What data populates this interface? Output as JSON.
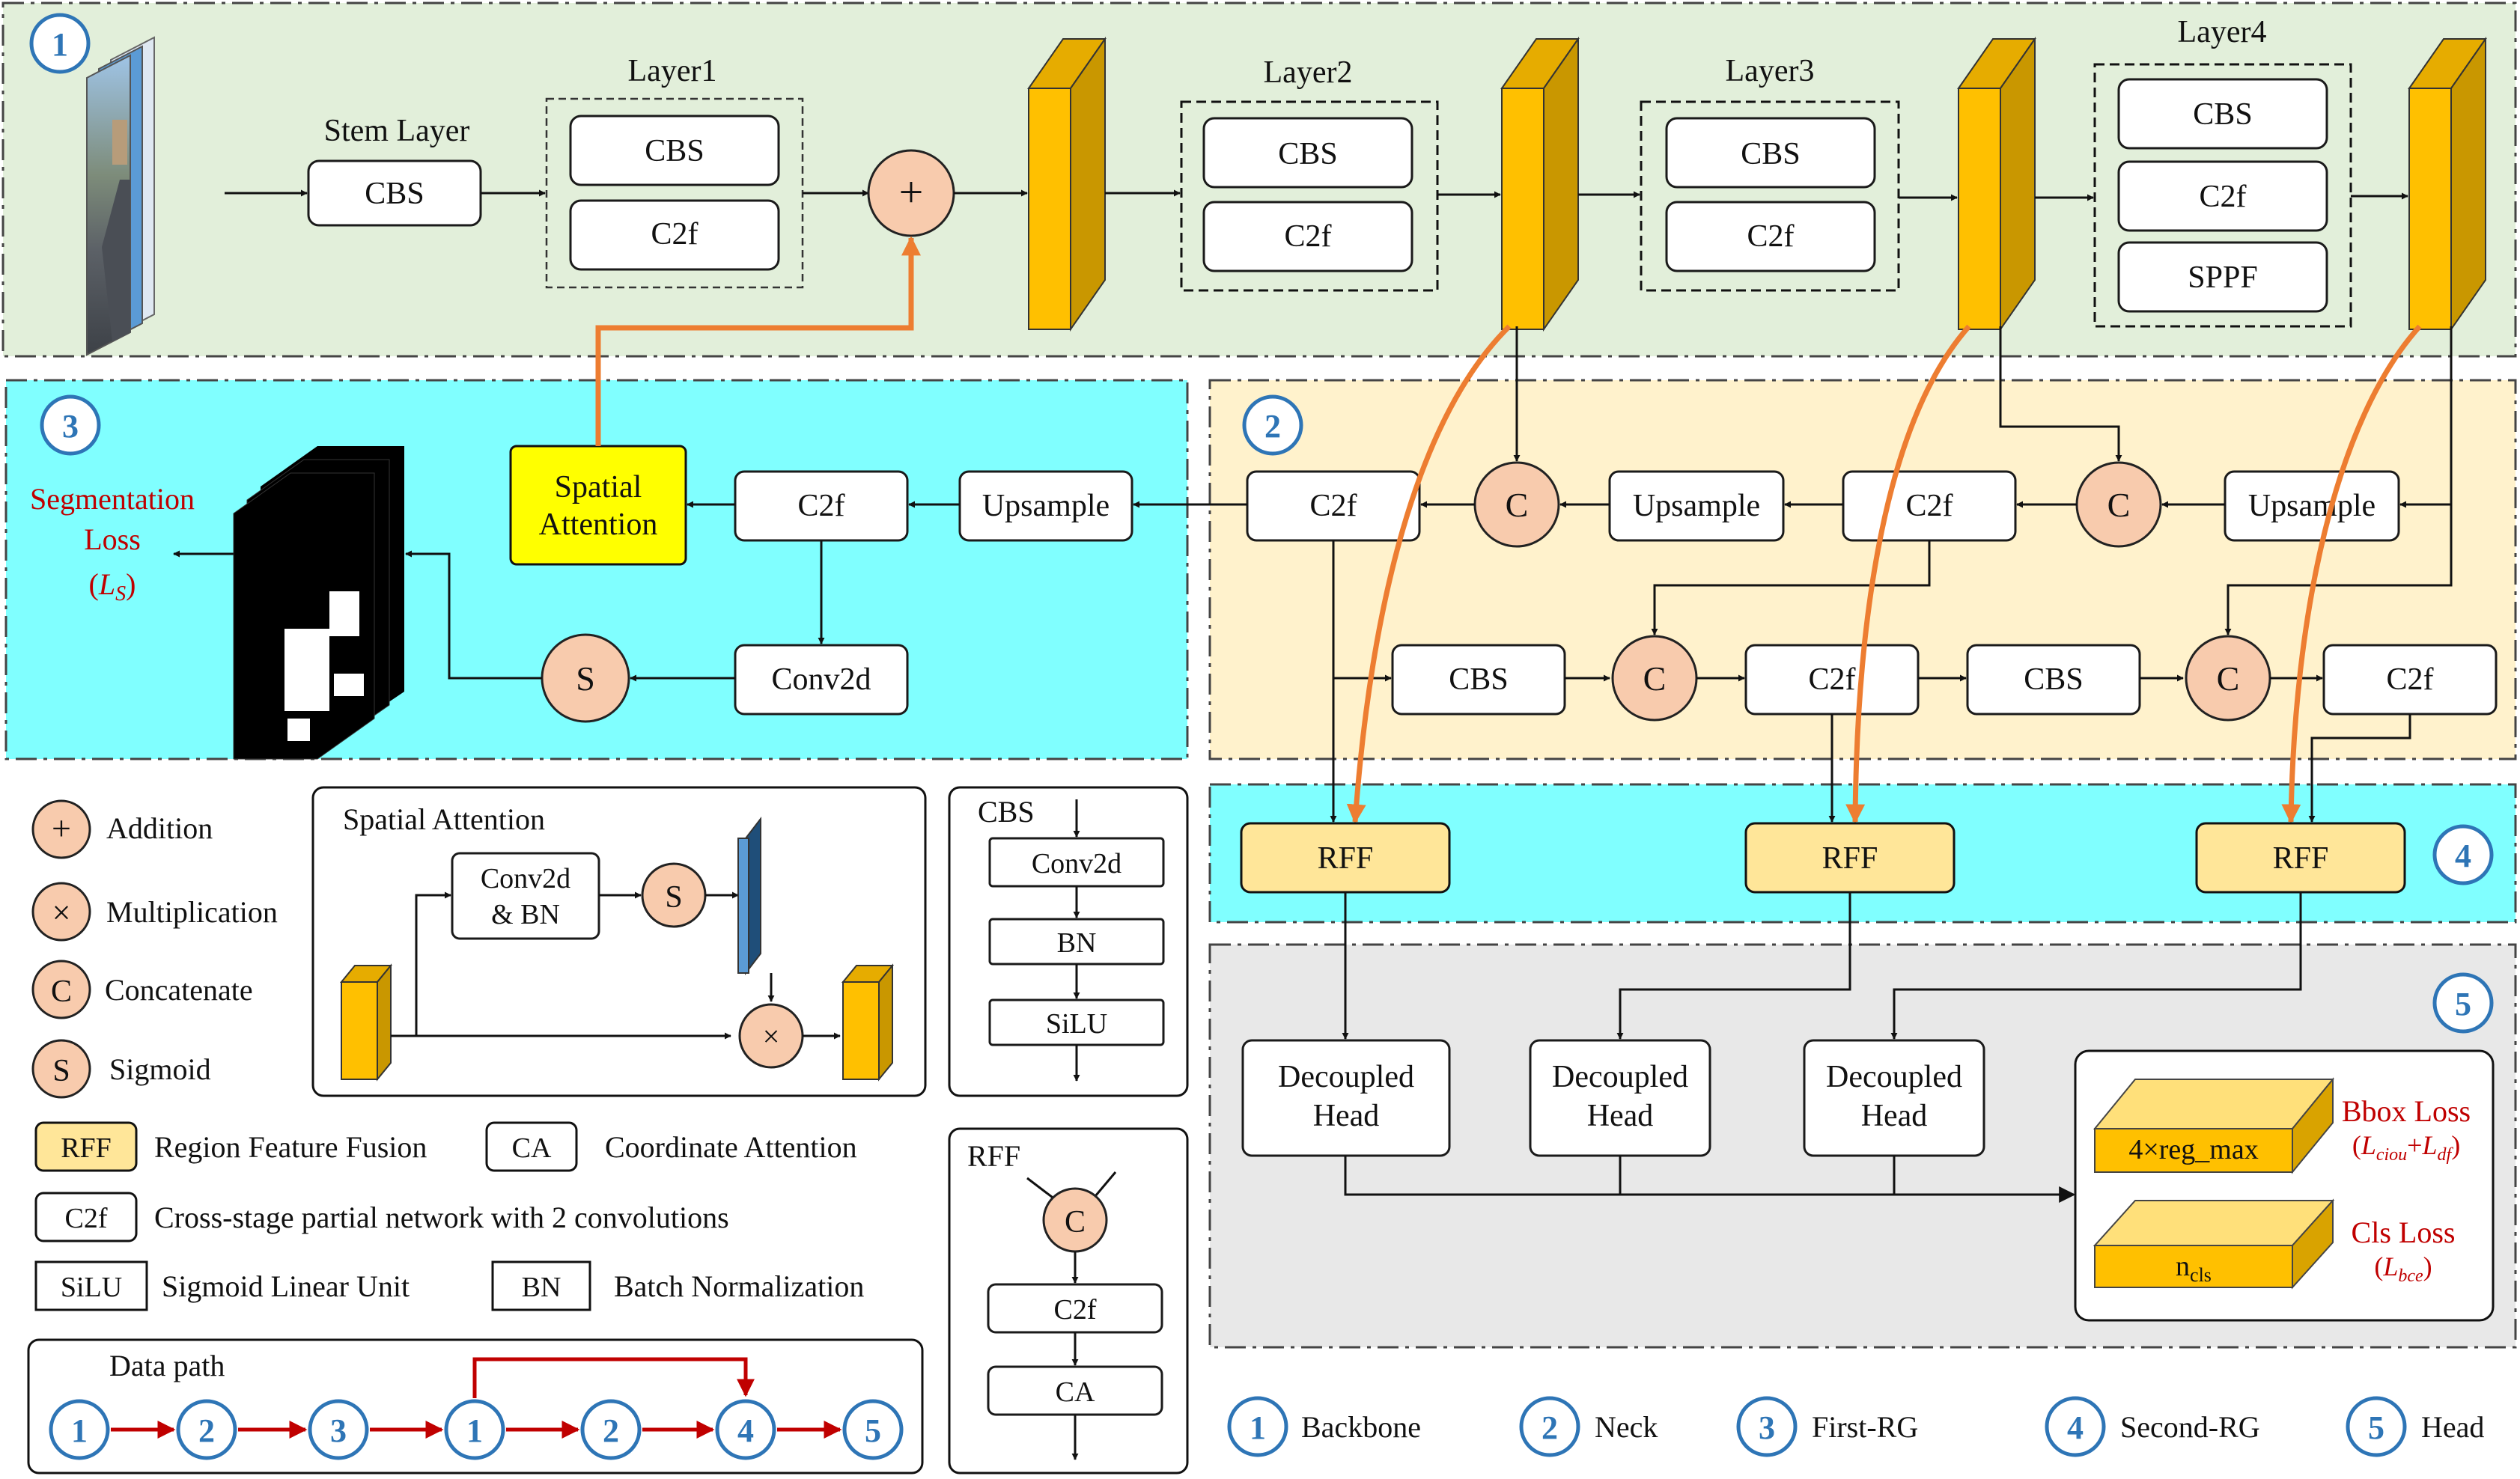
{
  "backbone": {
    "stem_layer": "Stem Layer",
    "stem_block": "CBS",
    "layer1": {
      "title": "Layer1",
      "blocks": [
        "CBS",
        "C2f"
      ]
    },
    "layer2": {
      "title": "Layer2",
      "blocks": [
        "CBS",
        "C2f"
      ]
    },
    "layer3": {
      "title": "Layer3",
      "blocks": [
        "CBS",
        "C2f"
      ]
    },
    "layer4": {
      "title": "Layer4",
      "blocks": [
        "CBS",
        "C2f",
        "SPPF"
      ]
    }
  },
  "first_rg": {
    "spatial_attention": [
      "Spatial",
      "Attention"
    ],
    "c2f": "C2f",
    "upsample": "Upsample",
    "conv2d": "Conv2d",
    "sigmoid": "S",
    "loss_lines": [
      "Segmentation",
      "Loss"
    ],
    "loss_symbol": "L",
    "loss_subscript": "S"
  },
  "neck": {
    "c2f_a": "C2f",
    "c2f_b": "C2f",
    "c2f_c": "C2f",
    "c2f_d": "C2f",
    "upsample_a": "Upsample",
    "upsample_b": "Upsample",
    "cbs_a": "CBS",
    "cbs_b": "CBS",
    "concat": "C"
  },
  "second_rg": {
    "rff": "RFF"
  },
  "head": {
    "decoupled_head": [
      "Decoupled",
      "Head"
    ],
    "bbox_label": "4×reg_max",
    "bbox_loss": "Bbox Loss",
    "bbox_formula": {
      "open": "(",
      "l1": "L",
      "s1": "ciou",
      "plus": "+",
      "l2": "L",
      "s2": "df",
      "close": ")"
    },
    "cls_label": {
      "main": "n",
      "sub": "cls"
    },
    "cls_loss": "Cls Loss",
    "cls_formula": {
      "open": "(",
      "l": "L",
      "s": "bce",
      "close": ")"
    }
  },
  "section_numbers": [
    "1",
    "2",
    "3",
    "4",
    "5"
  ],
  "legend": {
    "symbols": [
      {
        "glyph": "+",
        "label": "Addition"
      },
      {
        "glyph": "×",
        "label": "Multiplication"
      },
      {
        "glyph": "C",
        "label": "Concatenate"
      },
      {
        "glyph": "S",
        "label": "Sigmoid"
      }
    ],
    "abbreviations": [
      {
        "abbr": "RFF",
        "label": "Region Feature Fusion"
      },
      {
        "abbr": "CA",
        "label": "Coordinate Attention"
      },
      {
        "abbr": "C2f",
        "label": "Cross-stage partial network with 2 convolutions"
      },
      {
        "abbr": "SiLU",
        "label": "Sigmoid Linear Unit"
      },
      {
        "abbr": "BN",
        "label": "Batch Normalization"
      }
    ],
    "data_path_title": "Data path",
    "data_path_steps": [
      "1",
      "2",
      "3",
      "1",
      "2",
      "4",
      "5"
    ],
    "sections": [
      {
        "num": "1",
        "label": "Backbone"
      },
      {
        "num": "2",
        "label": "Neck"
      },
      {
        "num": "3",
        "label": "First-RG"
      },
      {
        "num": "4",
        "label": "Second-RG"
      },
      {
        "num": "5",
        "label": "Head"
      }
    ]
  },
  "spatial_attention_detail": {
    "title": "Spatial Attention",
    "conv": [
      "Conv2d",
      "& BN"
    ],
    "sigmoid": "S",
    "multiply": "×"
  },
  "cbs_detail": {
    "title": "CBS",
    "blocks": [
      "Conv2d",
      "BN",
      "SiLU"
    ]
  },
  "rff_detail": {
    "title": "RFF",
    "concat": "C",
    "blocks": [
      "C2f",
      "CA"
    ]
  },
  "colors": {
    "backbone_bg": "#e2efda",
    "rg_bg": "#80ffff",
    "neck_bg": "#fff2cc",
    "head_bg": "#e8e8e8",
    "circle_fill": "#f8cbad",
    "rff_fill": "#ffe699",
    "attention_fill": "#ffff00",
    "feature_map": "#ffc000",
    "number_blue": "#2e75b6",
    "arrow_orange": "#ed7d31",
    "data_path_red": "#c00000",
    "loss_red": "#c00000"
  }
}
